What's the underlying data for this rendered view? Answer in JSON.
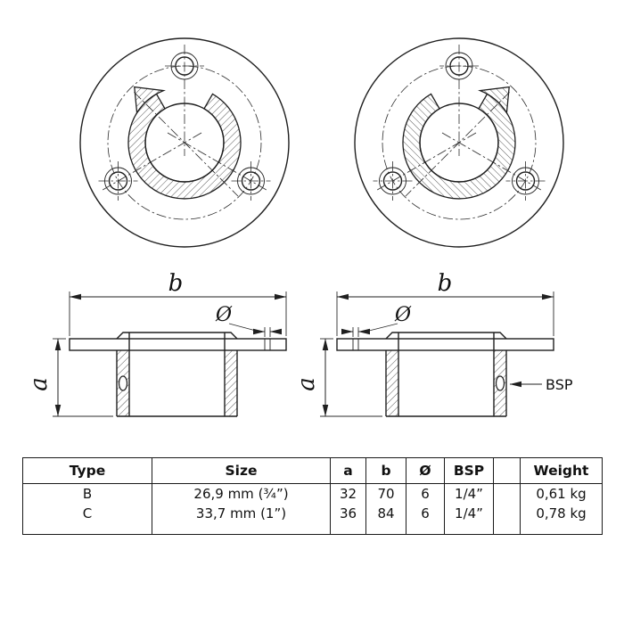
{
  "drawing": {
    "dim_b": "b",
    "dim_diameter": "Ø",
    "dim_a": "a",
    "dim_bsp": "BSP"
  },
  "table": {
    "headers": {
      "type": "Type",
      "size": "Size",
      "a": "a",
      "b": "b",
      "diameter": "Ø",
      "bsp": "BSP",
      "spacer": "",
      "weight": "Weight"
    },
    "rows": [
      {
        "type": "B",
        "size": "26,9 mm (¾”)",
        "a": "32",
        "b": "70",
        "diameter": "6",
        "bsp": "1/4”",
        "weight": "0,61 kg"
      },
      {
        "type": "C",
        "size": "33,7 mm (1”)",
        "a": "36",
        "b": "84",
        "diameter": "6",
        "bsp": "1/4”",
        "weight": "0,78 kg"
      }
    ]
  }
}
